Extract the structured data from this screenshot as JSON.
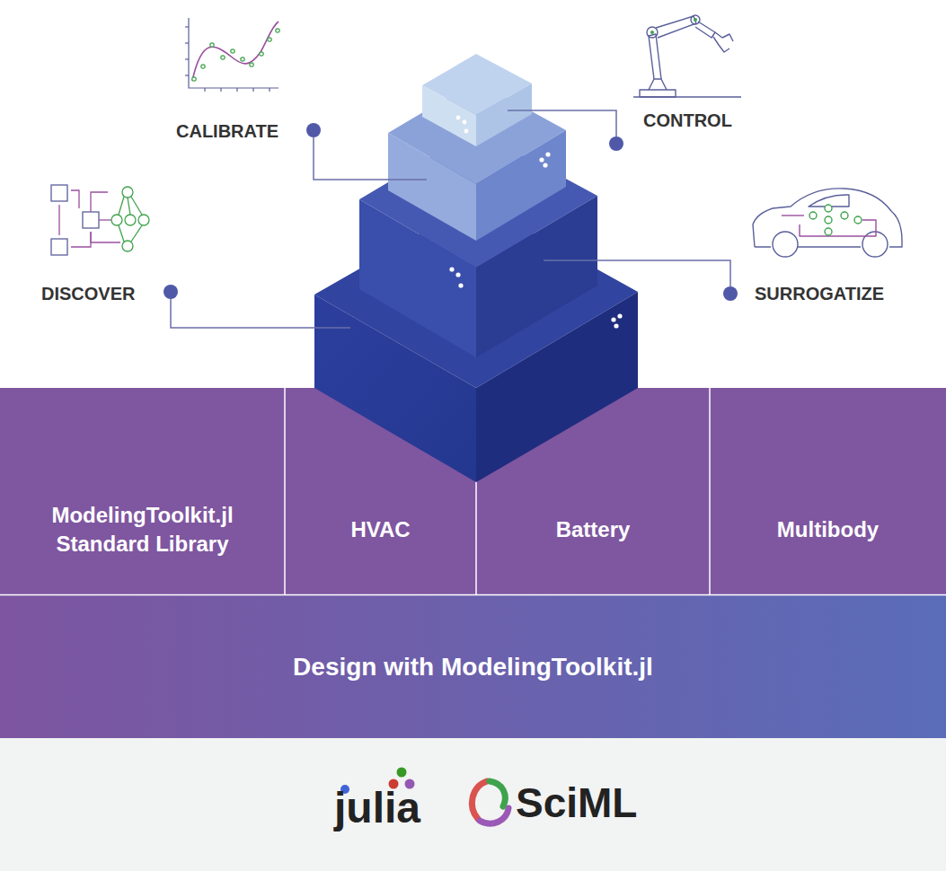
{
  "diagram": {
    "nodes": [
      {
        "text": [
          "ModelingToolkit.jl Standard Library"
        ]
      },
      {
        "text": [
          "HVAC"
        ]
      },
      {
        "text": [
          "Battery"
        ]
      },
      {
        "text": [
          "Multibody"
        ]
      },
      {
        "text": [
          "Design with ModelingToolkit.jl"
        ]
      }
    ],
    "labels": [
      "CALIBRATE",
      "CONTROL",
      "DISCOVER",
      "SURROGATIZE",
      "julia",
      "SciML"
    ]
  }
}
